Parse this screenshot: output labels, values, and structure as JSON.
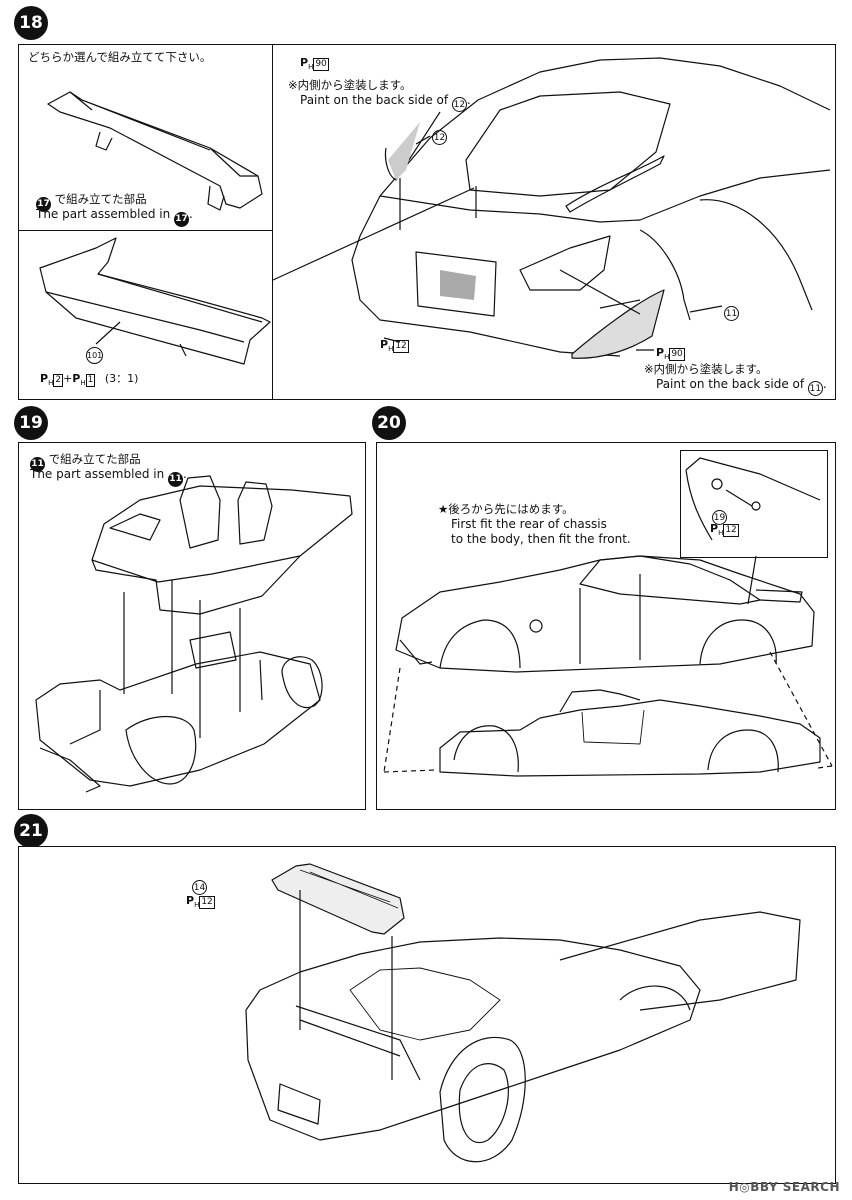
{
  "steps": {
    "s18": {
      "number": "18",
      "choose_text": "どちらか選んで組み立てて下さい。",
      "assembled_jp": "で組み立てた部品",
      "assembled_en": "The part assembled in",
      "ref_part": "17",
      "part_101": "101",
      "paint_101_a": "2",
      "paint_101_b": "1",
      "paint_ratio": "(3：1)",
      "paint_top_code": "90",
      "note_top_jp": "※内側から塗装します。",
      "note_top_en": "Paint on the back side of",
      "note_top_part": "12",
      "part_12": "12",
      "part_11": "11",
      "paint_plate_code": "12",
      "paint_bottom_code": "90",
      "note_bottom_jp": "※内側から塗装します。",
      "note_bottom_en": "Paint on the back side of",
      "note_bottom_part": "11"
    },
    "s19": {
      "number": "19",
      "ref_part": "11",
      "assembled_jp": "で組み立てた部品",
      "assembled_en": "The part assembled in"
    },
    "s20": {
      "number": "20",
      "note_jp": "★後ろから先にはめます。",
      "note_en_1": "First fit the rear of chassis",
      "note_en_2": "to the body, then fit the front.",
      "part_19": "19",
      "paint_code": "12"
    },
    "s21": {
      "number": "21",
      "part_14": "14",
      "paint_code": "12"
    }
  },
  "paint_prefix": "P",
  "paint_sub": "H",
  "watermark": "H◎BBY SEARCH"
}
